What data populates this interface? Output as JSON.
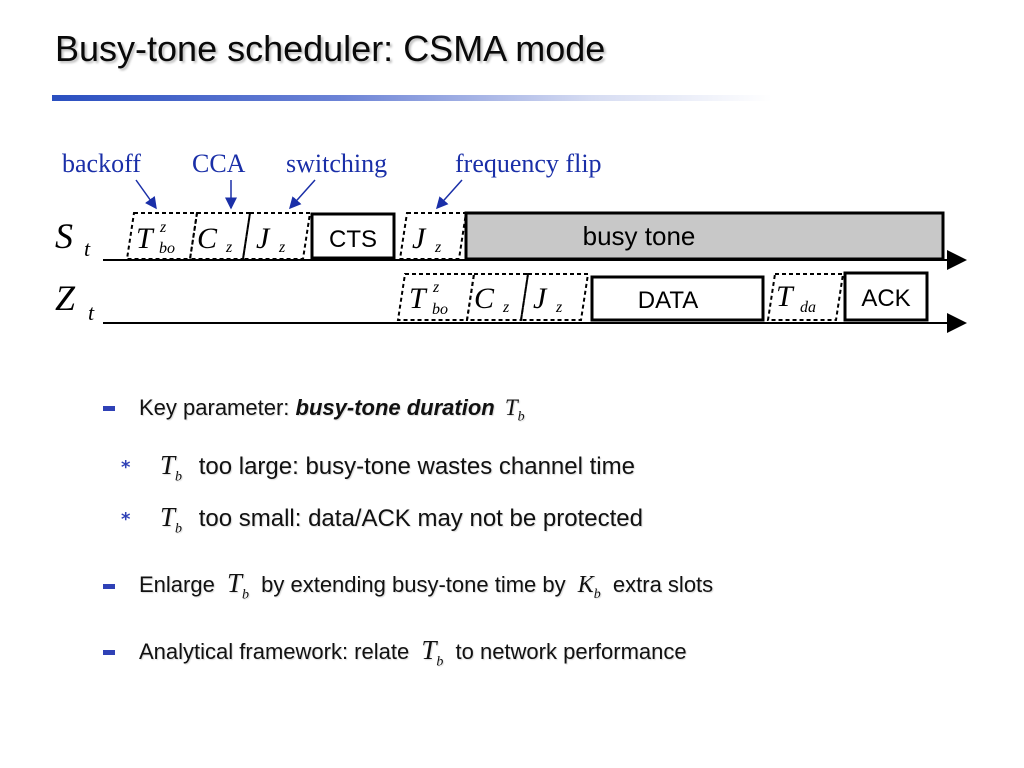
{
  "slide": {
    "title": "Busy-tone scheduler: CSMA mode"
  },
  "diagram": {
    "annotations": {
      "backoff": "backoff",
      "cca": "CCA",
      "switching": "switching",
      "frequency_flip": "frequency flip"
    },
    "rows": {
      "s_label": "S",
      "s_sub": "t",
      "z_label": "Z",
      "z_sub": "t"
    },
    "blocks": {
      "cts": "CTS",
      "busy_tone": "busy tone",
      "data": "DATA",
      "ack": "ACK"
    },
    "symbols": {
      "T": "T",
      "bo": "bo",
      "z": "z",
      "C": "C",
      "J": "J",
      "da": "da"
    }
  },
  "bullets": {
    "b1_prefix": "Key parameter: ",
    "b1_bold": "busy-tone duration",
    "sub1_text": "too large: busy-tone wastes channel time",
    "sub2_text": "too small: data/ACK may not be protected",
    "b2_a": "Enlarge",
    "b2_b": "by extending busy-tone time by",
    "b2_c": "extra slots",
    "b3_a": "Analytical framework: relate",
    "b3_b": "to network performance",
    "sym_T": "T",
    "sym_b": "b",
    "sym_K": "K"
  },
  "colors": {
    "accent_blue": "#2f41b6",
    "annotation_blue": "#1a2fa8",
    "busy_tone_fill": "#c8c8c8"
  }
}
